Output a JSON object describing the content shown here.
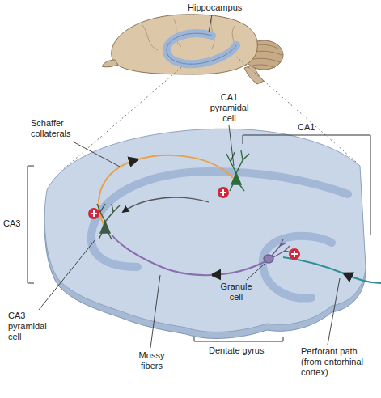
{
  "diagram": {
    "labels": [
      "Hippocampus",
      "Schaffer collaterals",
      "CA1 pyramidal cell",
      "CA1",
      "CA3",
      "Granule cell",
      "CA3 pyramidal cell",
      "Mossy fibers",
      "Dentate gyrus",
      "Perforant path (from entorhinal cortex)"
    ]
  }
}
